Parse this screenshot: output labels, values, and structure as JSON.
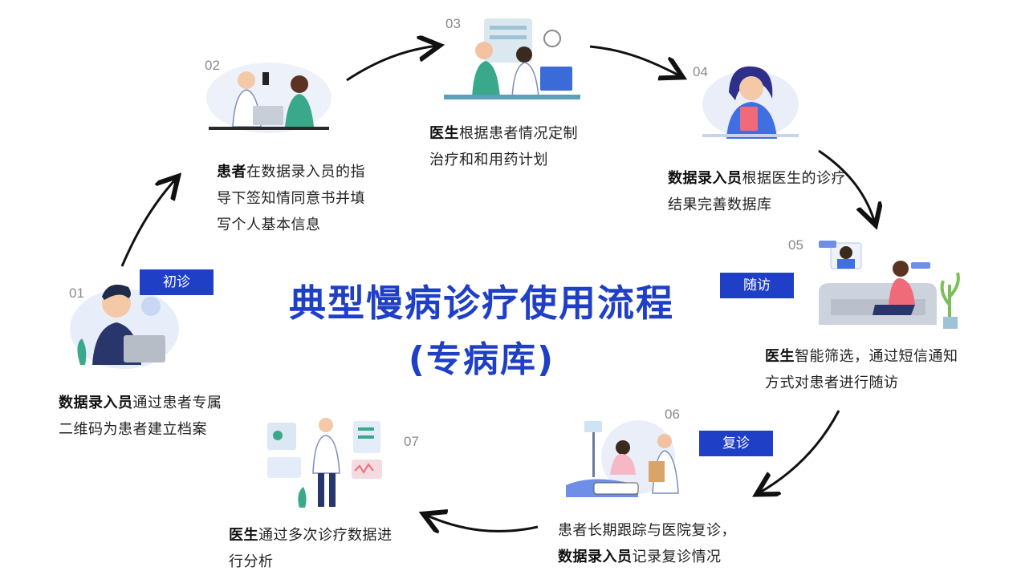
{
  "title": "典型慢病诊疗使用流程",
  "subtitle": "(专病库)",
  "tags": {
    "first_visit": "初诊",
    "followup": "随访",
    "revisit": "复诊"
  },
  "steps": [
    {
      "no": "01",
      "role": "数据录入员",
      "text": "通过患者专属二维码为患者建立档案"
    },
    {
      "no": "02",
      "role": "患者",
      "text": "在数据录入员的指导下签知情同意书并填写个人基本信息"
    },
    {
      "no": "03",
      "role": "医生",
      "text": "根据患者情况定制治疗和和用药计划"
    },
    {
      "no": "04",
      "role": "数据录入员",
      "text": "根据医生的诊疗结果完善数据库"
    },
    {
      "no": "05",
      "role": "医生",
      "text": "智能筛选，通过短信通知方式对患者进行随访"
    },
    {
      "no": "06",
      "pre": "患者长期跟踪与医院复诊，",
      "role": "数据录入员",
      "text": "记录复诊情况"
    },
    {
      "no": "07",
      "role": "医生",
      "text": "通过多次诊疗数据进行分析"
    }
  ],
  "colors": {
    "accent": "#1f3fc7",
    "illustration_teal": "#3aa88a",
    "illustration_blue": "#6f8fe6"
  },
  "icons": [
    "data-entry-clerk-illustration",
    "patient-consultation-illustration",
    "doctor-pharmacy-illustration",
    "clerk-clipboard-illustration",
    "video-call-illustration",
    "hospital-bed-illustration",
    "doctor-charts-illustration"
  ]
}
